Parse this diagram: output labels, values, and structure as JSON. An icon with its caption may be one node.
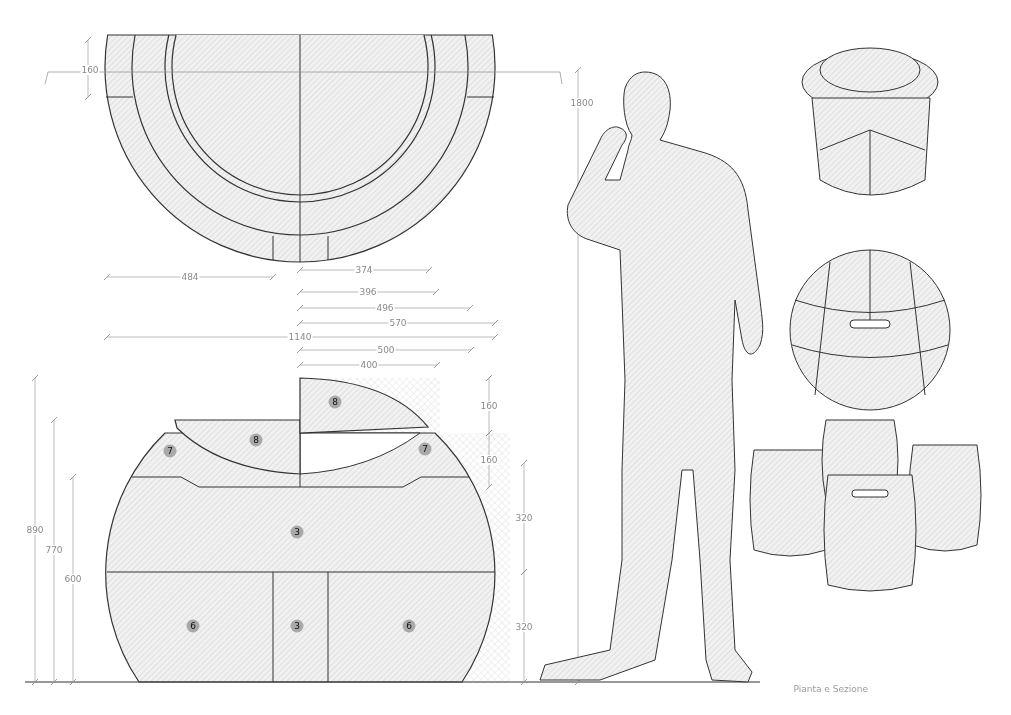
{
  "diagram": {
    "labels": [
      "160",
      "1800",
      "484",
      "374",
      "396",
      "496",
      "570",
      "1140",
      "500",
      "400",
      "8",
      "160",
      "8",
      "7",
      "7",
      "160",
      "890",
      "3",
      "320",
      "770",
      "600",
      "6",
      "3",
      "6",
      "320",
      "Pianta e Sezione"
    ]
  }
}
